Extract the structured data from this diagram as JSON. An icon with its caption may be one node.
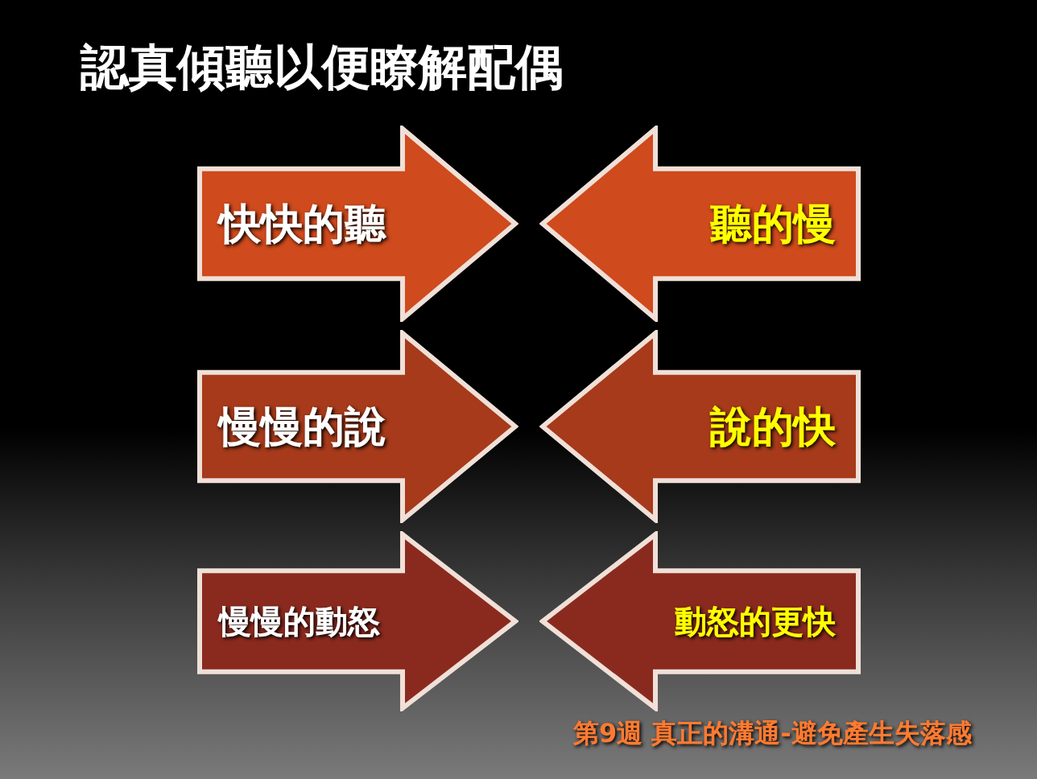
{
  "diagram": {
    "title": "認真傾聽以便瞭解配偶",
    "nodes": [
      {
        "text": [
          "快快的聽"
        ]
      },
      {
        "text": [
          "聽的慢"
        ]
      },
      {
        "text": [
          "慢慢的說"
        ]
      },
      {
        "text": [
          "說的快"
        ]
      },
      {
        "text": [
          "慢慢的動怒"
        ]
      },
      {
        "text": [
          "動怒的更快"
        ]
      }
    ],
    "labels": [
      "第9週 真正的溝通-避免產生失落感"
    ]
  }
}
